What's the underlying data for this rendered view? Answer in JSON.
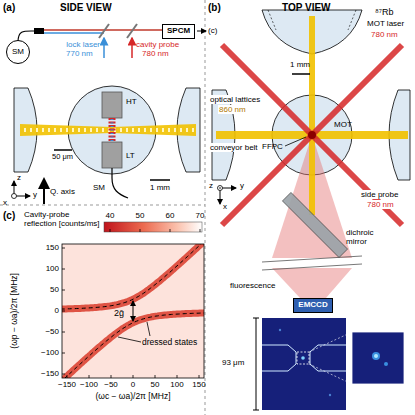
{
  "diagram": {
    "nodes": [
      {
        "text": [
          "SM"
        ]
      },
      {
        "text": [
          "SPCM"
        ]
      },
      {
        "text": [
          "EMCCD"
        ]
      }
    ],
    "labels": [
      "(a)",
      "SIDE VIEW",
      "lock laser",
      "770 nm",
      "cavity probe",
      "780 nm",
      "(c)",
      "HT",
      "50 μm",
      "LT",
      "SM",
      "1 mm",
      "Q. axis",
      "z",
      "x",
      "y",
      "(b)",
      "TOP VIEW",
      "⁸⁷Rb",
      "MOT laser",
      "780 nm",
      "optical lattices",
      "860 nm",
      "conveyor belt",
      "1 mm",
      "MOT",
      "FFPC",
      "side probe",
      "780 nm",
      "z",
      "x",
      "y",
      "dichroic mirror",
      "fluorescence",
      "93 μm",
      "(c)",
      "Cavity-probe reflection [counts/ms]",
      "40",
      "50",
      "60",
      "70",
      "(ωp − ωa)/2π [MHz]",
      "150",
      "100",
      "50",
      "0",
      "−50",
      "−100",
      "−150",
      "−150",
      "−100",
      "−50",
      "0",
      "50",
      "100",
      "150",
      "(ωc − ωa)/2π [MHz]",
      "2ḡ",
      "dressed states"
    ]
  }
}
